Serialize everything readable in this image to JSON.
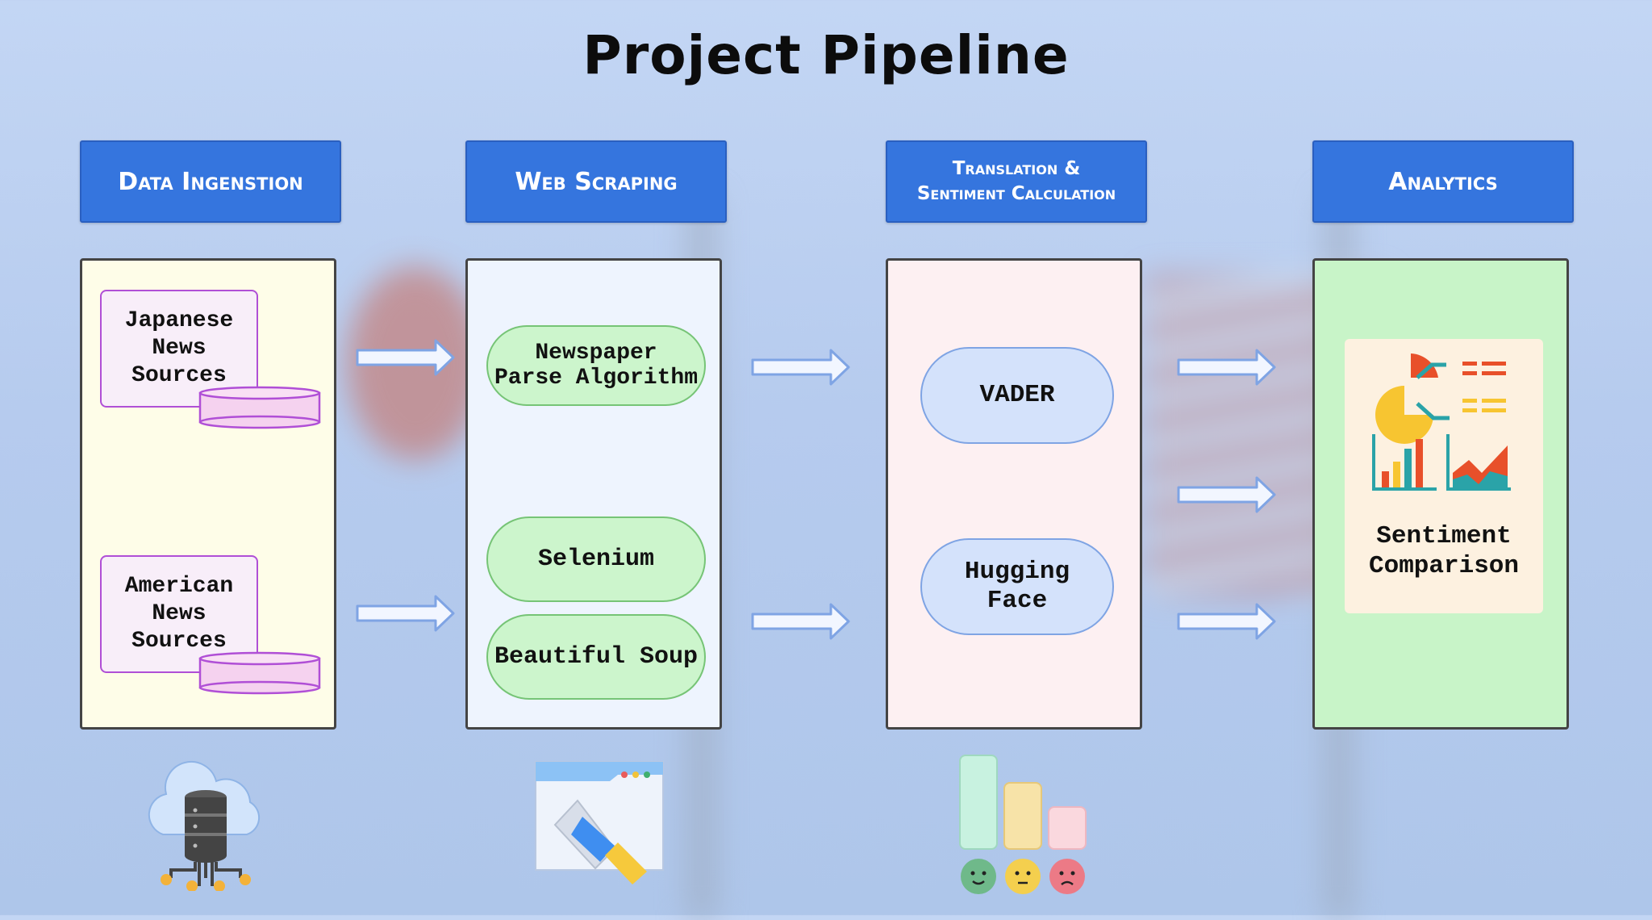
{
  "title": "Project  Pipeline",
  "stages": [
    {
      "label": "Data Ingenstion",
      "label_lines": [
        "Data Ingenstion"
      ]
    },
    {
      "label": "Web Scraping",
      "label_lines": [
        "Web Scraping"
      ]
    },
    {
      "label": "Translation & Sentiment Calculation",
      "label_lines": [
        "Translation &",
        "Sentiment Calculation"
      ]
    },
    {
      "label": "Analytics",
      "label_lines": [
        "Analytics"
      ]
    }
  ],
  "ingestion": {
    "sources": [
      "Japanese\nNews\nSources",
      "American\nNews\nSources"
    ]
  },
  "scraping": {
    "tools": [
      "Newspaper\nParse Algorithm",
      "Selenium",
      "Beautiful Soup"
    ]
  },
  "sentiment": {
    "models": [
      "VADER",
      "Hugging\nFace"
    ]
  },
  "analytics": {
    "output": "Sentiment\nComparison"
  },
  "icons": [
    "cloud-database-icon",
    "web-scraper-icon",
    "sentiment-bars-icon",
    "analytics-charts-icon"
  ],
  "colors": {
    "header": "#3575de",
    "panel_ingestion": "#fefde8",
    "panel_scraping": "#eef4fe",
    "panel_sentiment": "#fdf0f2",
    "panel_analytics": "#c8f4c8",
    "source_border": "#b04fd6",
    "pill_green": "#ccf5cc",
    "pill_blue": "#d4e2fb"
  }
}
